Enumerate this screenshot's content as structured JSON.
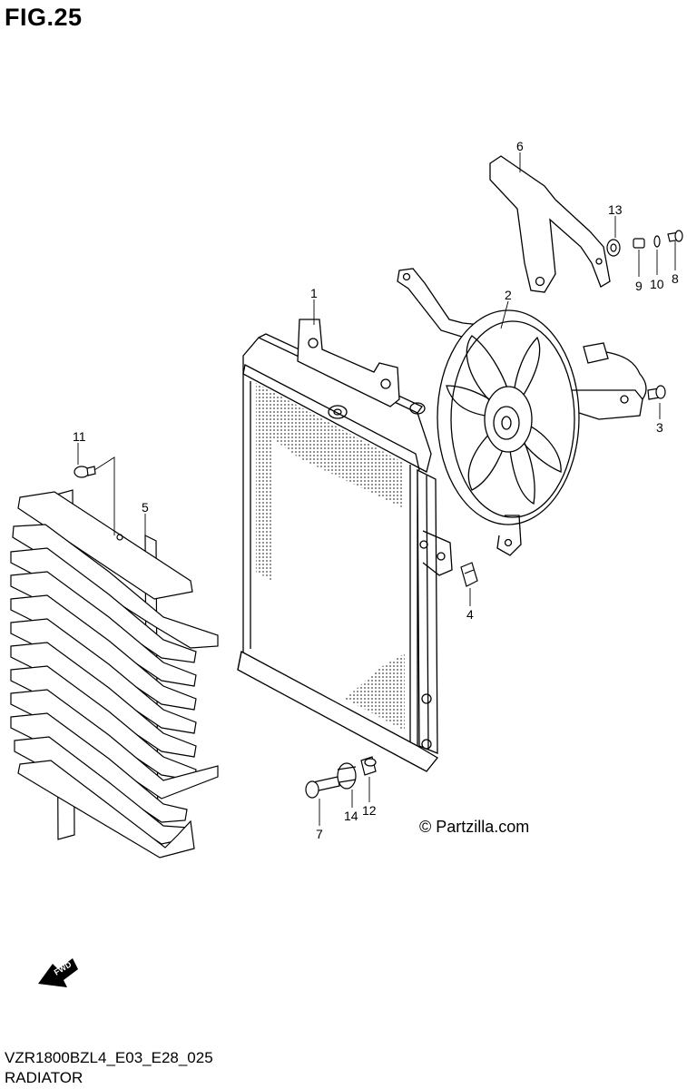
{
  "figure": {
    "title": "FIG.25",
    "code": "VZR1800BZL4_E03_E28_025",
    "name": "RADIATOR",
    "copyright": "© Partzilla.com",
    "fwd_label": "FWD"
  },
  "callouts": [
    {
      "id": "1",
      "part": "radiator"
    },
    {
      "id": "2",
      "part": "cooling-fan"
    },
    {
      "id": "3",
      "part": "fan-bolt"
    },
    {
      "id": "4",
      "part": "clip-nut"
    },
    {
      "id": "5",
      "part": "radiator-grille"
    },
    {
      "id": "6",
      "part": "bracket"
    },
    {
      "id": "7",
      "part": "bolt"
    },
    {
      "id": "8",
      "part": "bracket-bolt"
    },
    {
      "id": "9",
      "part": "collar"
    },
    {
      "id": "10",
      "part": "washer"
    },
    {
      "id": "11",
      "part": "grille-screw"
    },
    {
      "id": "12",
      "part": "collar-lower"
    },
    {
      "id": "13",
      "part": "cushion"
    },
    {
      "id": "14",
      "part": "cushion-lower"
    }
  ],
  "colors": {
    "ink": "#000000",
    "paper": "#ffffff",
    "mesh": "#555555"
  }
}
